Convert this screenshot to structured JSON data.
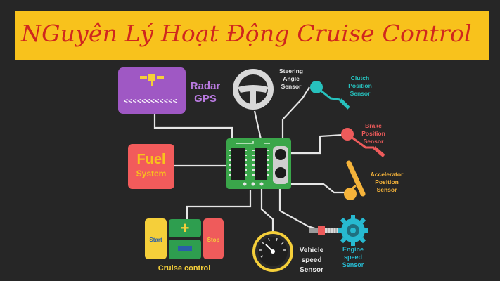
{
  "title": "NGuyên Lý Hoạt Động Cruise Control",
  "labels": {
    "radar_gps_line1": "Radar",
    "radar_gps_line2": "GPS",
    "fuel_line1": "Fuel",
    "fuel_line2": "System",
    "steering_line1": "Steering",
    "steering_line2": "Angle",
    "steering_line3": "Sensor",
    "clutch_line1": "Clutch",
    "clutch_line2": "Position",
    "clutch_line3": "Sensor",
    "brake_line1": "Brake",
    "brake_line2": "Position",
    "brake_line3": "Sensor",
    "accel_line1": "Accelerator",
    "accel_line2": "Position",
    "accel_line3": "Sensor",
    "engine_line1": "Engine",
    "engine_line2": "speed",
    "engine_line3": "Sensor",
    "vehicle_line1": "Vehicle",
    "vehicle_line2": "speed",
    "vehicle_line3": "Sensor",
    "cruise_start": "Start",
    "cruise_stop": "Stop",
    "cruise_plus": "+",
    "cruise_minus": "−",
    "cruise_caption": "Cruise control"
  },
  "colors": {
    "background": "#262626",
    "banner": "#f8c21c",
    "title": "#d0271e",
    "wire": "#e6e6e6",
    "radar_box": "#9f58c4",
    "fuel_box": "#f25b5b",
    "fuel_text": "#f8c21c",
    "pcb": "#3aa64a",
    "clutch": "#27c1bd",
    "brake": "#ee5b5b",
    "accel": "#f5b33a",
    "engine": "#27b9d0",
    "yellow_btn": "#f5cf3a",
    "green_btn": "#2e9e4f",
    "red_btn": "#ef5b5b",
    "gauge_ring": "#f5cf3a"
  },
  "icons": {
    "satellite": "satellite-icon",
    "steering": "steering-wheel-icon",
    "pcb": "circuit-board-icon",
    "pedal": "pedal-icon",
    "gear": "gear-icon",
    "gauge": "speedometer-icon"
  }
}
